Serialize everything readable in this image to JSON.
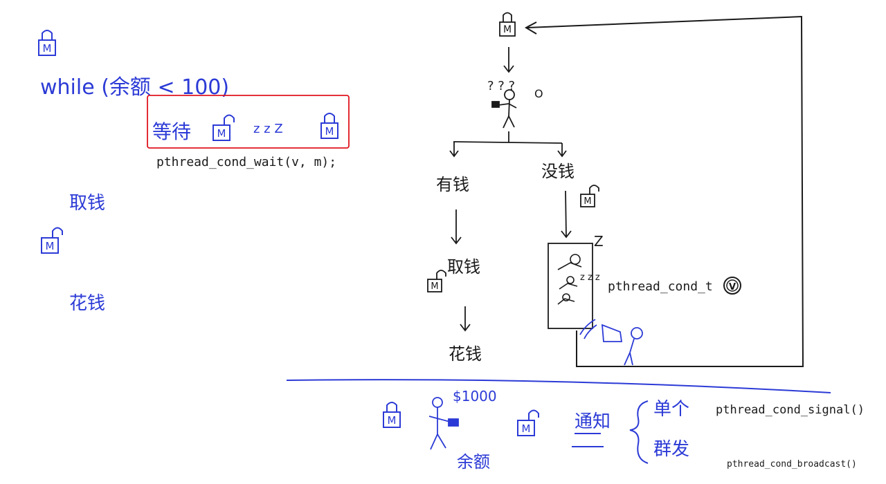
{
  "colors": {
    "ink_blue": "#2b3ad6",
    "ink_black": "#1a1a1a",
    "box_red": "#e0141e",
    "background": "#ffffff"
  },
  "left_code": {
    "while_line": "while (余额 < 100)",
    "wait_label": "等待",
    "sleep_z": "z z Z",
    "api_wait": "pthread_cond_wait(v, m);",
    "take_money": "取钱",
    "spend_money": "花钱",
    "lock_letter": "M"
  },
  "flow": {
    "question_marks": "? ? ?",
    "circle_mark": "O",
    "has_money": "有钱",
    "no_money": "没钱",
    "take_money": "取钱",
    "spend_money": "花钱",
    "cond_type": "pthread_cond_t",
    "cond_var": "V",
    "sleep_z": "Z",
    "sleep_small": "z z z"
  },
  "bottom": {
    "amount": "$1000",
    "balance": "余额",
    "notify": "通知",
    "single": "单个",
    "broadcast_label": "群发",
    "api_signal": "pthread_cond_signal()",
    "api_broadcast": "pthread_cond_broadcast()"
  }
}
